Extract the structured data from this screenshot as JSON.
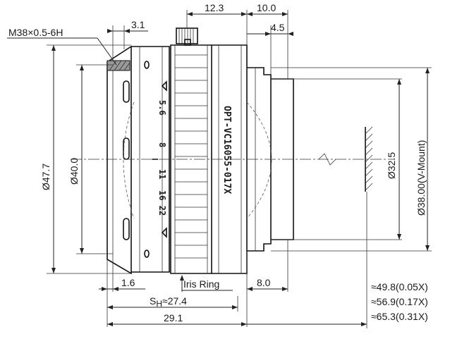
{
  "dimensions": {
    "top_12_3": "12.3",
    "top_10_0": "10.0",
    "top_4_5": "4.5",
    "top_3_1": "3.1",
    "thread": "M38×0.5-6H",
    "dia_47_7": "Ø47.7",
    "dia_40_0": "Ø40.0",
    "dia_32_5": "Ø32.5",
    "dia_38_vmount": "Ø38.00(V-Mount)",
    "bottom_1_6": "1.6",
    "iris_ring": "Iris Ring",
    "bottom_8_0": "8.0",
    "sh_prefix": "S",
    "sh_sub": "H",
    "sh_value": "≈27.4",
    "bottom_29_1": "29.1",
    "wd_1": "≈49.8(0.05X)",
    "wd_2": "≈56.9(0.17X)",
    "wd_3": "≈65.3(0.31X)"
  },
  "lens_markings": {
    "model": "OPT-VC16055-017X",
    "aperture_5_6": "5.6",
    "aperture_8": "8",
    "aperture_11": "11",
    "aperture_16_22": "16 22"
  }
}
